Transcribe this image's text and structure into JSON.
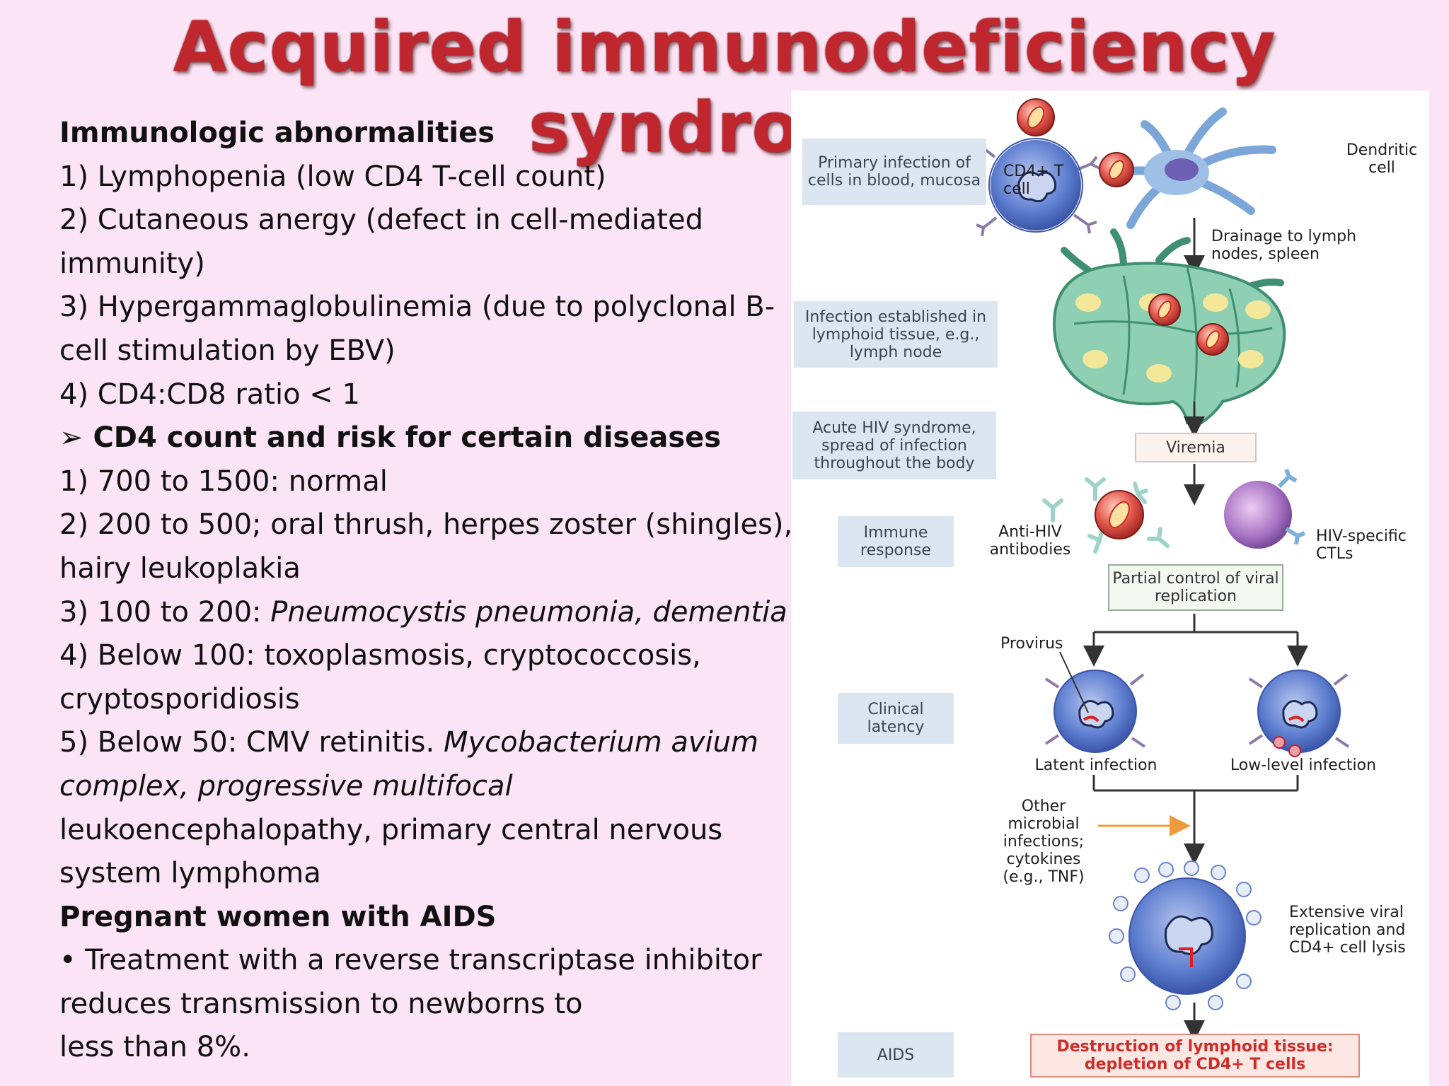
{
  "title": "Acquired immunodeficiency syndrome",
  "left_text": {
    "abnormalities_heading": "Immunologic abnormalities",
    "item1": "1) Lymphopenia (low CD4 T-cell count)",
    "item2_line1": "2) Cutaneous anergy (defect in cell-mediated",
    "item2_line2": "immunity)",
    "item3_line1": "3) Hypergammaglobulinemia (due to polyclonal B-",
    "item3_line2": "cell stimulation by EBV)",
    "item4": "4) CD4:CD8 ratio < 1",
    "cd4_heading_bullet": "➢",
    "cd4_heading": "CD4 count and risk for certain diseases",
    "risk1": "1) 700 to 1500: normal",
    "risk2_line1": "2) 200 to 500; oral thrush, herpes zoster (shingles),",
    "risk2_line2": "hairy leukoplakia",
    "risk3_prefix": "3) 100 to 200: ",
    "risk3_italic": "Pneumocystis pneumonia, dementia",
    "risk4_line1": "4) Below 100: toxoplasmosis, cryptococcosis,",
    "risk4_line2": "cryptosporidiosis",
    "risk5_prefix": "5) Below 50: CMV retinitis. ",
    "risk5_italic1": "Mycobacterium avium",
    "risk5_italic2": "complex, progressive multifocal",
    "risk5_line3": "leukoencephalopathy, primary central nervous",
    "risk5_line4": "system lymphoma",
    "pregnant_heading": "Pregnant women with AIDS",
    "pregnant_bullet_line1": "• Treatment with a reverse transcriptase inhibitor",
    "pregnant_bullet_line2": "reduces transmission to newborns to",
    "pregnant_bullet_line3": "less than 8%."
  },
  "figure": {
    "stages": {
      "primary": "Primary infection of cells in blood, mucosa",
      "established": "Infection established in lymphoid tissue, e.g., lymph node",
      "acute": "Acute HIV syndrome, spread of infection throughout the body",
      "immune": "Immune response",
      "latency": "Clinical latency",
      "aids": "AIDS"
    },
    "labels": {
      "cd4_tcell": "CD4+ T cell",
      "dendritic": "Dendritic cell",
      "drainage": "Drainage to lymph nodes, spleen",
      "anti_hiv": "Anti-HIV antibodies",
      "hiv_ctls": "HIV-specific CTLs",
      "provirus": "Provirus",
      "latent": "Latent infection",
      "lowlevel": "Low-level infection",
      "other": "Other microbial infections; cytokines (e.g., TNF)",
      "extensive": "Extensive viral replication and CD4+ cell lysis"
    },
    "boxes": {
      "viremia": "Viremia",
      "partial": "Partial control of viral replication",
      "destruction": "Destruction of lymphoid tissue: depletion of CD4+ T cells"
    }
  },
  "colors": {
    "background": "#fbe4f5",
    "title": "#c0262e",
    "stage_box": "#dbe6f0",
    "destruction_text": "#cf2d2a"
  }
}
